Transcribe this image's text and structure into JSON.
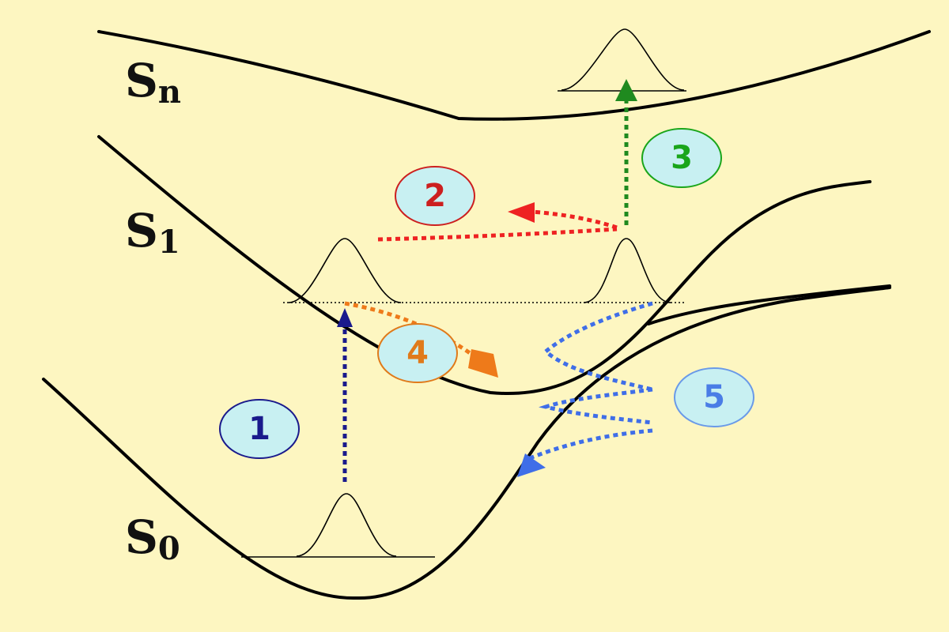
{
  "states": {
    "sn": {
      "symbol": "S",
      "sub": "n"
    },
    "s1": {
      "symbol": "S",
      "sub": "1"
    },
    "s0": {
      "symbol": "S",
      "sub": "0"
    }
  },
  "steps": [
    {
      "label": "1",
      "color": "#1a1a8c",
      "fill": "#c8f0f2"
    },
    {
      "label": "2",
      "color": "#cc1f1f",
      "fill": "#c8f0f2"
    },
    {
      "label": "3",
      "color": "#1aa51a",
      "fill": "#c8f0f2"
    },
    {
      "label": "4",
      "color": "#e07a1a",
      "fill": "#c8f0f2"
    },
    {
      "label": "5",
      "color": "#4a7de6",
      "fill": "#c8f0f2"
    }
  ],
  "colors": {
    "background": "#fdf6c1",
    "curve": "#000000",
    "arrow_absorption": "#1a1a8c",
    "arrow_transfer": "#ee2222",
    "arrow_excited_absorption": "#1f8a1f",
    "arrow_internal_conversion": "#ee7a1a",
    "arrow_relaxation": "#3f6ee8"
  }
}
